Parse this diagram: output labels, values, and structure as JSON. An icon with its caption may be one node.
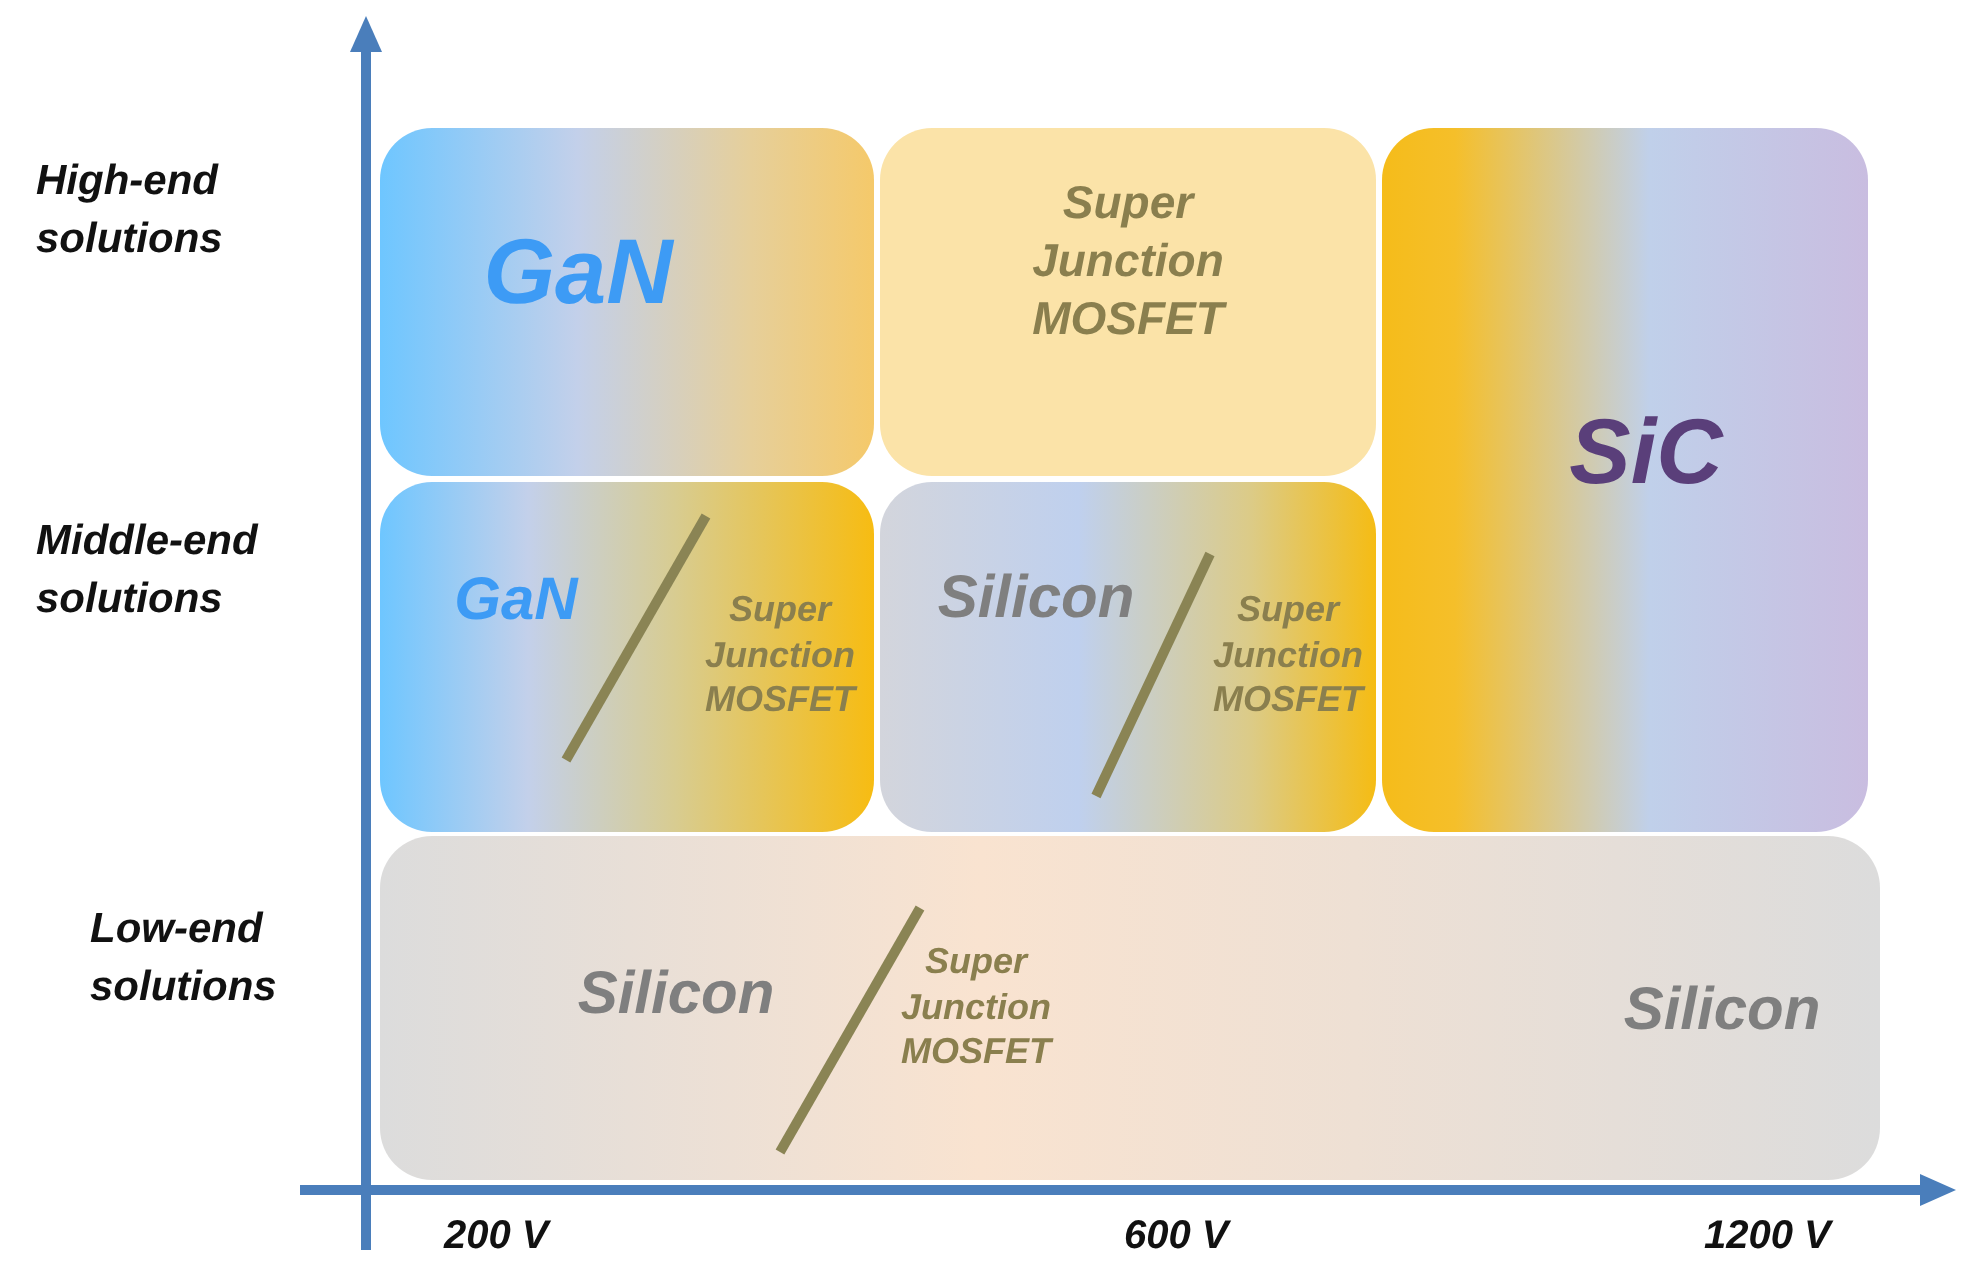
{
  "diagram": {
    "nodes": [
      {
        "text": [
          "GaN"
        ]
      },
      {
        "text": [
          "Super Junction MOSFET"
        ]
      },
      {
        "text": [
          "SiC"
        ]
      },
      {
        "text": [
          "GaN",
          "Super Junction MOSFET"
        ]
      },
      {
        "text": [
          "Silicon",
          "Super Junction MOSFET"
        ]
      },
      {
        "text": [
          "Silicon",
          "Super Junction MOSFET",
          "Silicon"
        ]
      }
    ],
    "labels": [
      "High-end solutions",
      "Middle-end solutions",
      "Low-end solutions",
      "200 V",
      "600 V",
      "1200 V"
    ]
  }
}
